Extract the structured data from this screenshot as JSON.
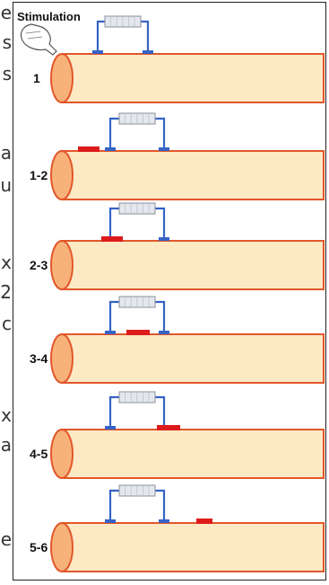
{
  "left_column_chars": [
    "e",
    "s",
    "s",
    "a",
    "u",
    "x",
    "2",
    "c",
    "x",
    "a",
    "e"
  ],
  "title": "Stimulation",
  "stages": [
    {
      "label": "1",
      "active_segment": null
    },
    {
      "label": "1-2",
      "active_segment": "1-2"
    },
    {
      "label": "2-3",
      "active_segment": "2-3"
    },
    {
      "label": "3-4",
      "active_segment": "3-4"
    },
    {
      "label": "4-5",
      "active_segment": "4-5"
    },
    {
      "label": "5-6",
      "active_segment": "5-6"
    }
  ],
  "colors": {
    "axon_fill": "#fde9c4",
    "axon_stroke": "#e2572a",
    "cap_fill": "#f7b27a",
    "electrode": "#3563c5",
    "depolarization": "#dd1b1b",
    "meter_fill": "#e4e8ee"
  }
}
